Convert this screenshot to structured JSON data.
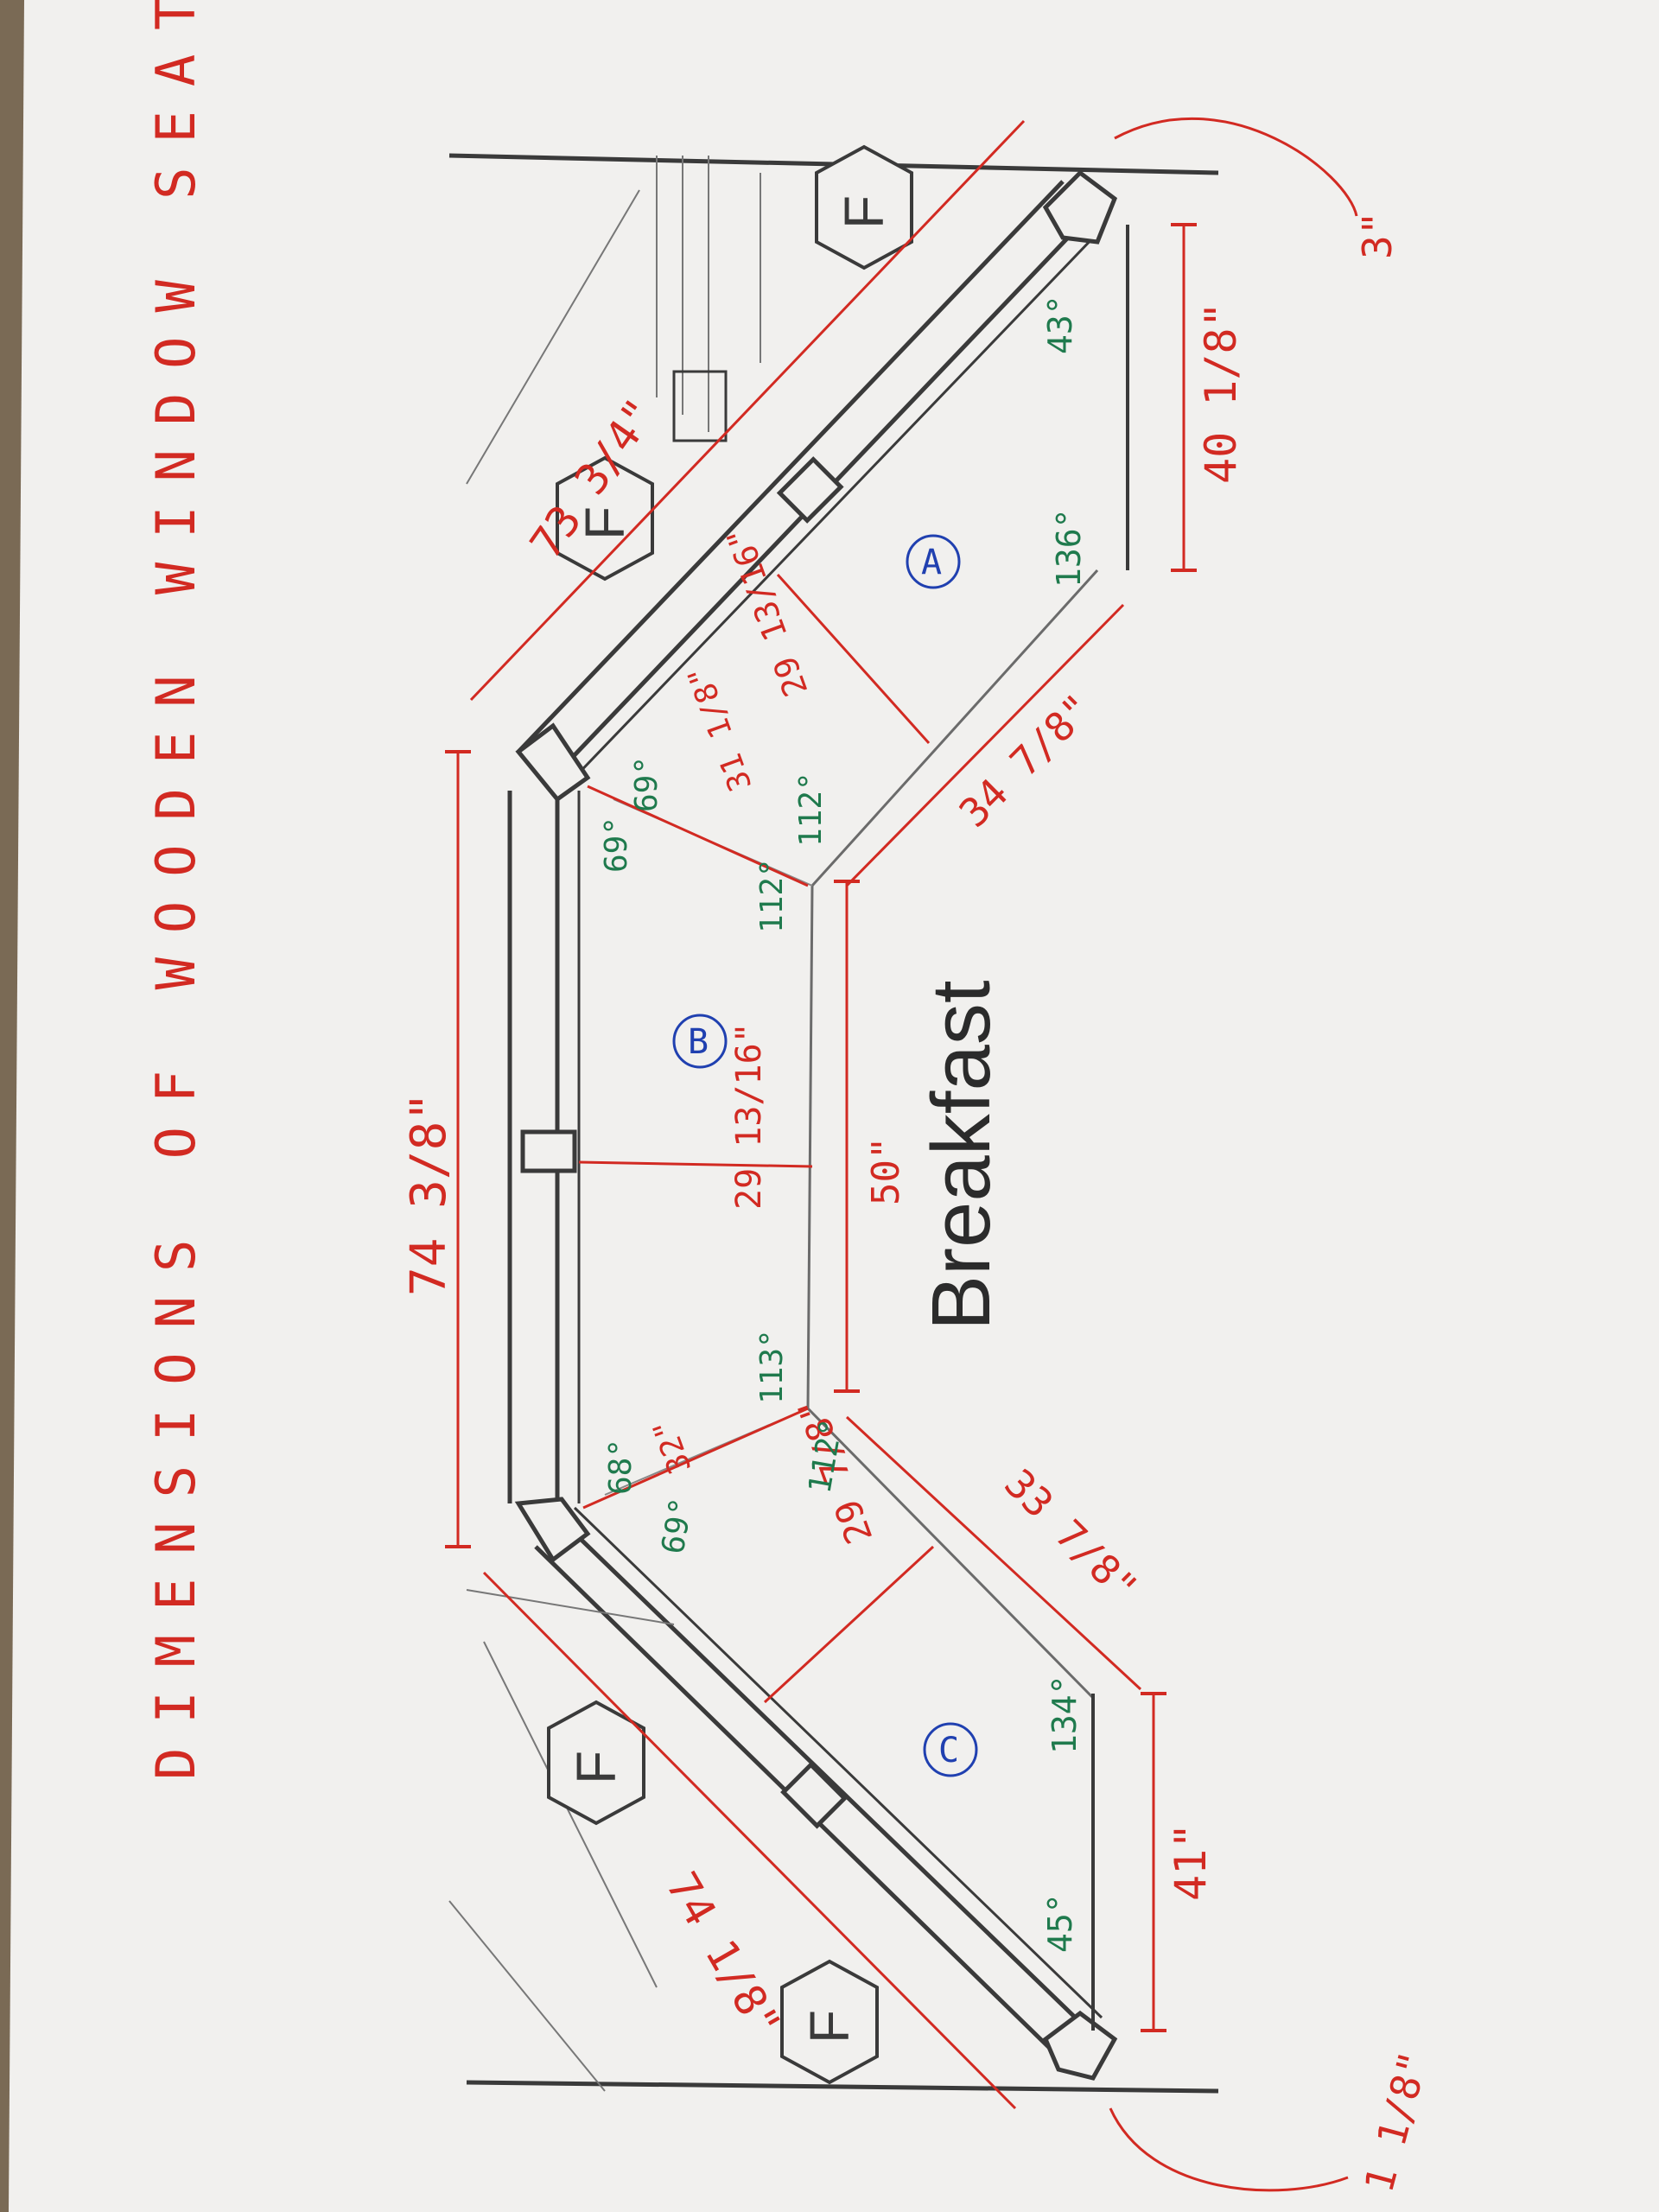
{
  "title": "DIMENSIONS OF WOODEN WINDOW SEAT",
  "room_label": "Breakfast",
  "sections": [
    "A",
    "B",
    "C"
  ],
  "fixture_labels": [
    "F",
    "F",
    "F",
    "F"
  ],
  "dimensions": {
    "top_wall": "74 3/8\"",
    "right_angled_wall": "73 3/4\"",
    "left_angled_wall": "74 1/8\"",
    "center_front": "50\"",
    "center_depth": "29 13/16\"",
    "a_depth": "29 13/16\"",
    "a_front": "34 7/8\"",
    "a_side": "40 1/8\"",
    "c_depth": "29 7/8\"",
    "c_front": "33 7/8\"",
    "c_side": "41\"",
    "diag_right": "31 1/8\"",
    "diag_left": "32\"",
    "offset_right": "3\"",
    "offset_left": "1 1/8\""
  },
  "angles": {
    "a_inner": "43°",
    "a_outer": "136°",
    "top_right_1": "69°",
    "top_right_2": "69°",
    "b_right_1": "112°",
    "b_right_2": "112°",
    "b_left_1": "113°",
    "b_left_2": "112°",
    "top_left_1": "68°",
    "top_left_2": "69°",
    "c_outer": "134°",
    "c_inner": "45°"
  },
  "colors": {
    "ink_red": "#d22a22",
    "ink_green": "#1f7a4d",
    "ink_blue": "#2040b0",
    "pencil": "#3a3a3a",
    "paper": "#f1f0ee"
  }
}
